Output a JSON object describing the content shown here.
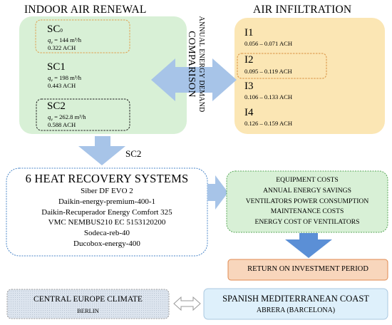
{
  "titles": {
    "indoor": "INDOOR AIR RENEWAL",
    "infiltration": "AIR INFILTRATION"
  },
  "scenarios": [
    {
      "name": "SC",
      "sub": "0",
      "flow": "= 144 m³/h",
      "ach": "0.322 ACH"
    },
    {
      "name": "SC1",
      "flow": "= 198 m³/h",
      "ach": "0.443 ACH"
    },
    {
      "name": "SC2",
      "flow": "= 262.8 m³/h",
      "ach": "0.588 ACH"
    }
  ],
  "flow_symbol": "qv",
  "infiltration": [
    {
      "name": "I1",
      "range": "0.056 – 0.071 ACH"
    },
    {
      "name": "I2",
      "range": "0.095 – 0.119 ACH"
    },
    {
      "name": "I3",
      "range": "0.106 – 0.133 ACH"
    },
    {
      "name": "I4",
      "range": "0.126 – 0.159 ACH"
    }
  ],
  "comparison": {
    "line1": "ANNUAL ENERGY DEMAND",
    "line2": "COMPARISON"
  },
  "down_arrow_label": "SC2",
  "hrs": {
    "title": "6 HEAT RECOVERY SYSTEMS",
    "items": [
      "Siber DF EVO 2",
      "Daikin-energy-premium-400-1",
      "Daikin-Recuperador Energy Comfort 325",
      "VMC NEMBUS210 EC 5153120200",
      "Sodeca-reb-40",
      "Ducobox-energy-400"
    ]
  },
  "costs": [
    "EQUIPMENT COSTS",
    "ANNUAL ENERGY SAVINGS",
    "VENTILATORS POWER CONSUMPTION",
    "MAINTENANCE COSTS",
    "ENERGY COST OF VENTILATORS"
  ],
  "roi": "RETURN ON INVESTMENT PERIOD",
  "climates": {
    "central": {
      "title": "CENTRAL EUROPE CLIMATE",
      "city": "BERLIN"
    },
    "spanish": {
      "title": "SPANISH MEDITERRANEAN COAST",
      "city": "ABRERA (BARCELONA)"
    }
  },
  "colors": {
    "green_fill": "#d8f0d6",
    "orange_fill": "#fbe6b4",
    "roi_fill": "#f8d6bc",
    "blue_arrow": "#a7c4e8",
    "central_fill": "#dce4ee",
    "spanish_fill": "#def0fb"
  }
}
